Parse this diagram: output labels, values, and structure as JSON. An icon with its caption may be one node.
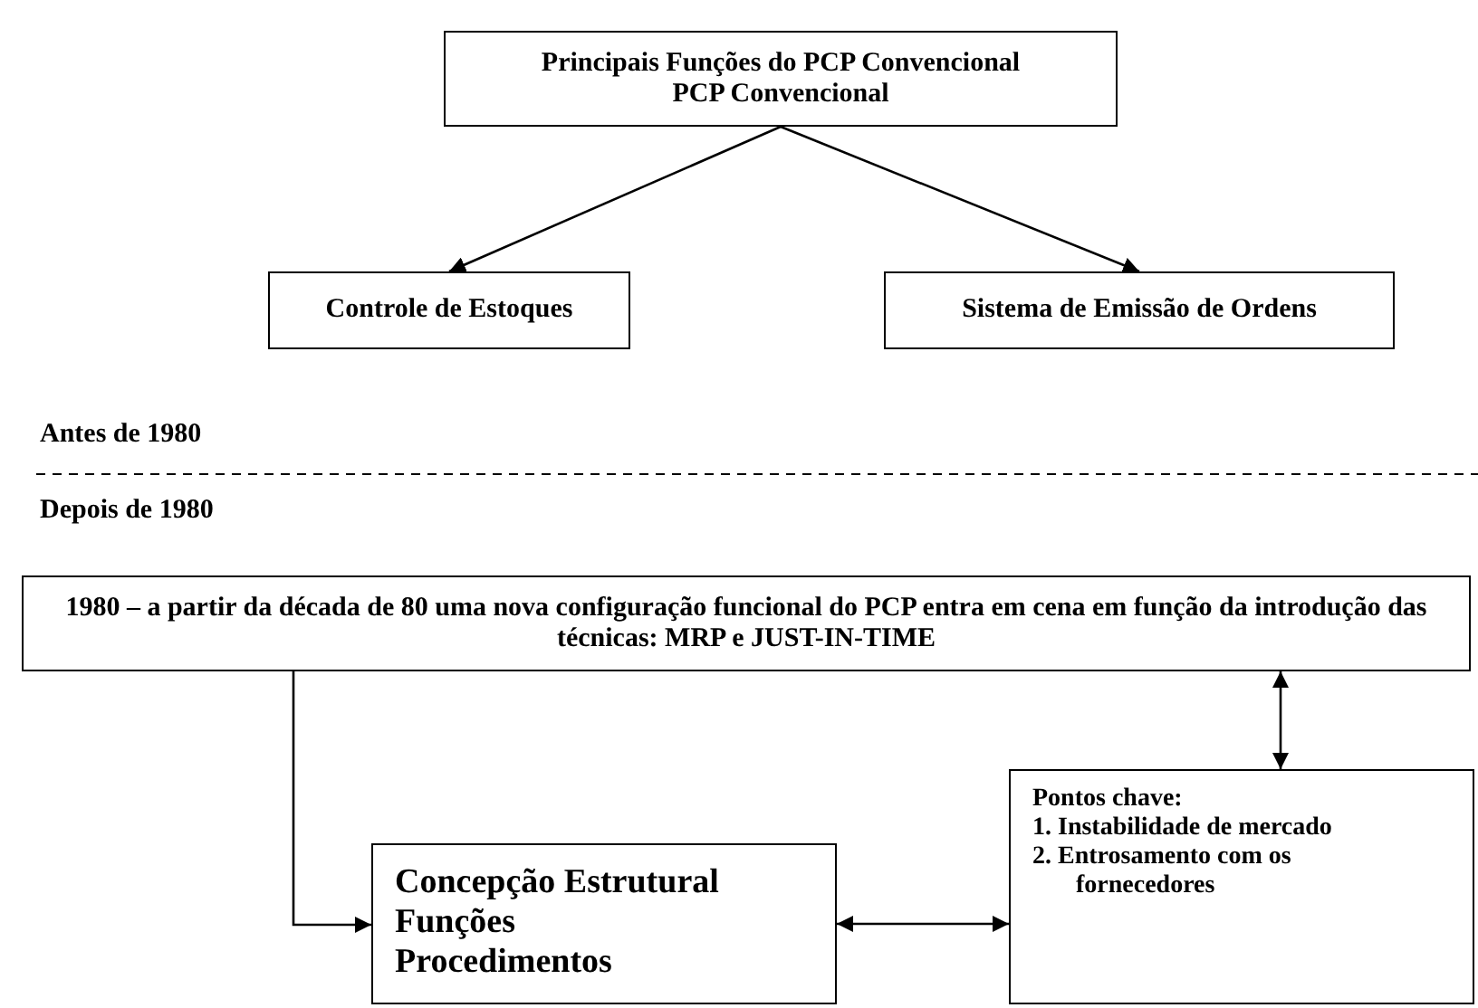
{
  "diagram": {
    "nodes": [
      {
        "text": [
          "Principais Funções do PCP Convencional",
          "PCP Convencional"
        ]
      },
      {
        "text": [
          "Controle de Estoques"
        ]
      },
      {
        "text": [
          "Sistema de Emissão de Ordens"
        ]
      },
      {
        "text": [
          "1980 – a partir da década de 80 uma nova configuração funcional do PCP entra em cena em função da introdução das técnicas: MRP e JUST-IN-TIME"
        ]
      },
      {
        "text": [
          "Pontos chave:",
          "1. Instabilidade de mercado",
          "2. Entrosamento com os fornecedores"
        ]
      },
      {
        "text": [
          "Concepção Estrutural",
          "Funções",
          "Procedimentos"
        ]
      }
    ],
    "edges": [
      {
        "from": 0,
        "to": 1,
        "arrow": "to"
      },
      {
        "from": 0,
        "to": 2,
        "arrow": "to"
      },
      {
        "from": 3,
        "to": 5,
        "arrow": "to"
      },
      {
        "from": 5,
        "to": 4,
        "arrow": "both"
      },
      {
        "from": 3,
        "to": 4,
        "arrow": "both"
      }
    ],
    "labels": [
      "Antes de 1980",
      "Depois de 1980"
    ]
  }
}
